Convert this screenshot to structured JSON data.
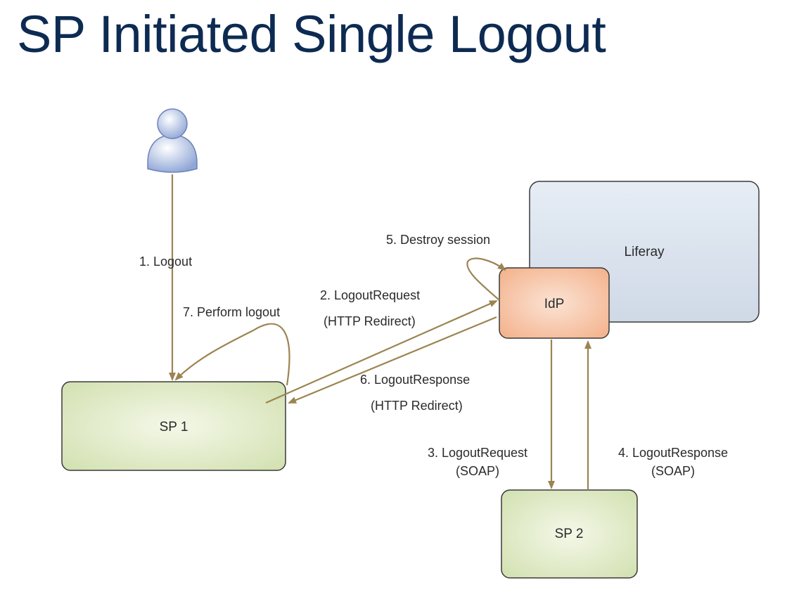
{
  "title": "SP Initiated Single Logout",
  "nodes": {
    "user": "user-icon",
    "liferay": "Liferay",
    "idp": "IdP",
    "sp1": "SP 1",
    "sp2": "SP 2"
  },
  "edges": {
    "e1": "1. Logout",
    "e2_line1": "2. LogoutRequest",
    "e2_line2": "(HTTP Redirect)",
    "e3_line1": "3. LogoutRequest",
    "e3_line2": "(SOAP)",
    "e4_line1": "4. LogoutResponse",
    "e4_line2": "(SOAP)",
    "e5": "5. Destroy session",
    "e6_line1": "6. LogoutResponse",
    "e6_line2": "(HTTP Redirect)",
    "e7": "7. Perform logout"
  },
  "colors": {
    "title": "#0d2b52",
    "arrow": "#9b8450",
    "sp_fill": "#dde8c4",
    "idp_fill": "#f7c4a6",
    "liferay_fill": "#dbe4ef"
  }
}
